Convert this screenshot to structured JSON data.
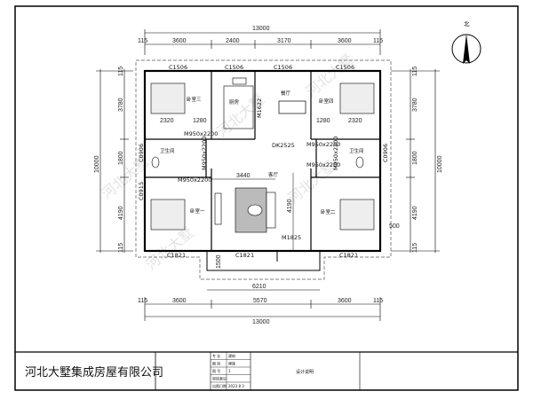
{
  "north_label": "北",
  "dims": {
    "total_top": "13000",
    "top_segments": [
      "115",
      "3600",
      "2400",
      "3170",
      "3600",
      "115"
    ],
    "bottom_segments": [
      "115",
      "3600",
      "5570",
      "3600",
      "115"
    ],
    "total_bottom": "13000",
    "left_segments": [
      "115",
      "3780",
      "1800",
      "4190",
      "115"
    ],
    "left_total": "10000",
    "right_segments": [
      "115",
      "3780",
      "1800",
      "4190",
      "115"
    ],
    "right_total": "10000",
    "porch_width": "6210",
    "porch_depth": "1500",
    "living_width": "3440",
    "living_depth": "4190",
    "bedroom_widths": [
      "2320",
      "1280",
      "1280",
      "2320"
    ],
    "offset": "500"
  },
  "windows": {
    "top": [
      "C1506",
      "C1506",
      "C1506",
      "C1506"
    ],
    "bottom": [
      "C1821",
      "C1821",
      "C1821"
    ],
    "left": [
      "C0906",
      "C0915"
    ],
    "right": [
      "C0906"
    ]
  },
  "doors": [
    "M950x2200",
    "M950x2200",
    "M950x2200",
    "M950x2200",
    "M950x2200",
    "M950x2200",
    "M1622",
    "M1825",
    "DK2525"
  ],
  "rooms": {
    "bedroom3": "卧室三",
    "kitchen": "厨房",
    "dining": "餐厅",
    "bedroom4": "卧室四",
    "bath_left": "卫生间",
    "bath_right": "卫生间",
    "bedroom1": "卧室一",
    "living": "客厅",
    "bedroom2": "卧室二"
  },
  "watermark": "河北大墅",
  "title_block": {
    "company": "河北大墅集成房屋有限公司",
    "rows": [
      {
        "label": "专 业",
        "value": "建筑"
      },
      {
        "label": "图 别",
        "value": "建施"
      },
      {
        "label": "图 号",
        "value": "1"
      },
      {
        "label": "审核意见",
        "value": ""
      },
      {
        "label": "出图日期",
        "value": "2023 8 3"
      }
    ],
    "drawing_title": "设计说明"
  }
}
